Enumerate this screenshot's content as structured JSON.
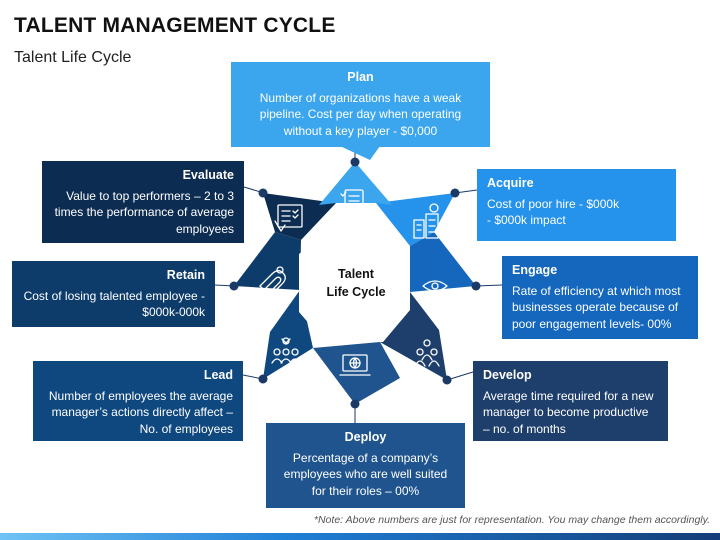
{
  "header": {
    "title": "TALENT MANAGEMENT CYCLE",
    "subtitle": "Talent Life Cycle"
  },
  "center": {
    "line1": "Talent",
    "line2": "Life Cycle"
  },
  "stages": {
    "plan": {
      "title": "Plan",
      "text": "Number of organizations have a weak pipeline.  Cost per day when operating without a key player - $0,000",
      "color": "#3ba6ee"
    },
    "acquire": {
      "title": "Acquire",
      "text": "Cost of poor hire - $000k - $000k impact",
      "color": "#2592ec"
    },
    "engage": {
      "title": "Engage",
      "text": "Rate of efficiency at which most businesses  operate because of poor engagement levels- 00%",
      "color": "#1467bc"
    },
    "develop": {
      "title": "Develop",
      "text": "Average time required for a new manager to become productive – no. of months",
      "color": "#1e3f6c"
    },
    "deploy": {
      "title": "Deploy",
      "text": "Percentage of a company’s employees who are well suited for their roles – 00%",
      "color": "#1f548e"
    },
    "lead": {
      "title": "Lead",
      "text": "Number of employees the average manager’s actions directly affect – No. of employees",
      "color": "#0f477f"
    },
    "retain": {
      "title": "Retain",
      "text": "Cost of losing talented employee - $000k-000k",
      "color": "#0d3c6b"
    },
    "evaluate": {
      "title": "Evaluate",
      "text": "Value to top performers – 2 to 3 times the performance of average employees",
      "color": "#0c2c52"
    }
  },
  "icons": {
    "plan": "document-checklist-icon",
    "acquire": "buildings-money-icon",
    "engage": "eye-team-icon",
    "develop": "people-growth-icon",
    "deploy": "laptop-globe-icon",
    "lead": "team-leader-icon",
    "retain": "magnet-person-icon",
    "evaluate": "scorecard-icon"
  },
  "footer": {
    "note": "*Note: Above numbers are just for representation. You may change them accordingly."
  }
}
